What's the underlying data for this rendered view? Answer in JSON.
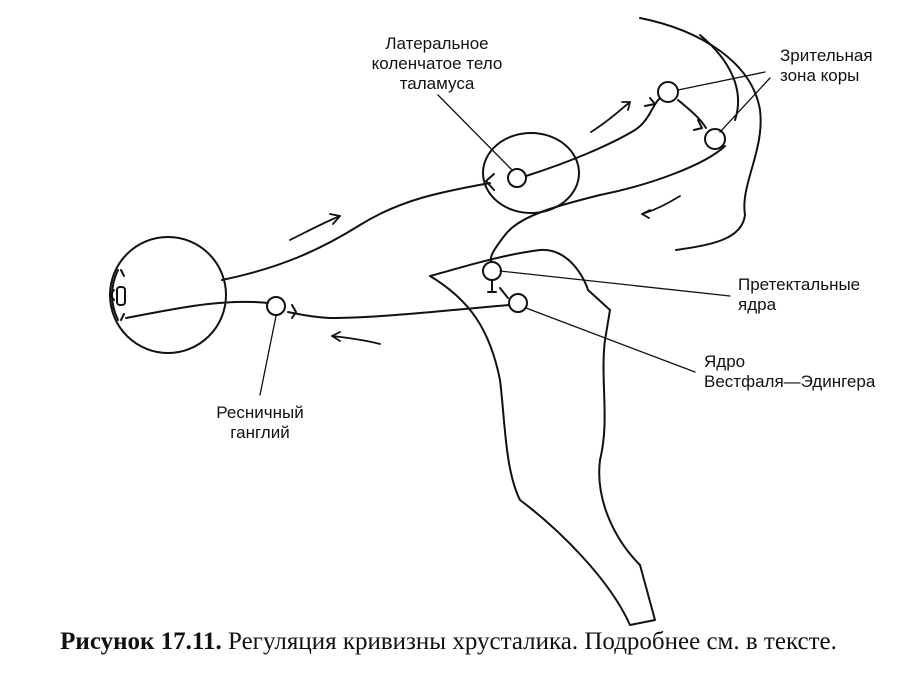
{
  "labels": {
    "lgn": [
      "Латеральное",
      "коленчатое тело",
      "таламуса"
    ],
    "visual_cortex": [
      "Зрительная",
      "зона коры"
    ],
    "pretectal": [
      "Претектальные",
      "ядра"
    ],
    "edinger_westphal": [
      "Ядро",
      "Вестфаля—Эдингера"
    ],
    "ciliary": [
      "Ресничный",
      "ганглий"
    ]
  },
  "caption": {
    "number": "Рисунок 17.11.",
    "text": " Регуляция кривизны хрусталика. Подробнее см. в тексте."
  },
  "colors": {
    "stroke": "#111111",
    "background": "#ffffff"
  }
}
